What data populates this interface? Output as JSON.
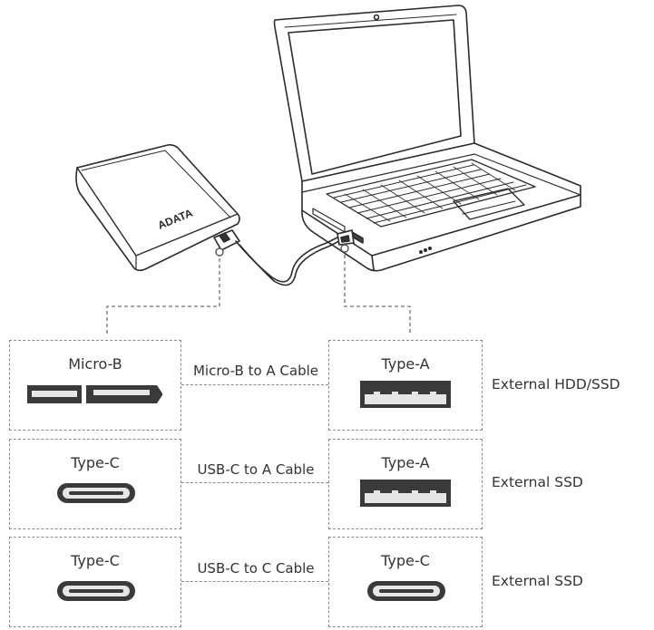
{
  "brand": "ADATA",
  "rows": [
    {
      "left_port": "Micro-B",
      "cable": "Micro-B to A Cable",
      "right_port": "Type-A",
      "result": "External HDD/SSD",
      "left_icon": "usb-micro-b-port-icon",
      "right_icon": "usb-type-a-port-icon"
    },
    {
      "left_port": "Type-C",
      "cable": "USB-C to A Cable",
      "right_port": "Type-A",
      "result": "External SSD",
      "left_icon": "usb-type-c-port-icon",
      "right_icon": "usb-type-a-port-icon"
    },
    {
      "left_port": "Type-C",
      "cable": "USB-C to C Cable",
      "right_port": "Type-C",
      "result": "External SSD",
      "left_icon": "usb-type-c-port-icon",
      "right_icon": "usb-type-c-port-icon"
    }
  ],
  "colors": {
    "line": "#8a8a8a",
    "ink": "#222222",
    "port_fill": "#3a3a3a"
  }
}
